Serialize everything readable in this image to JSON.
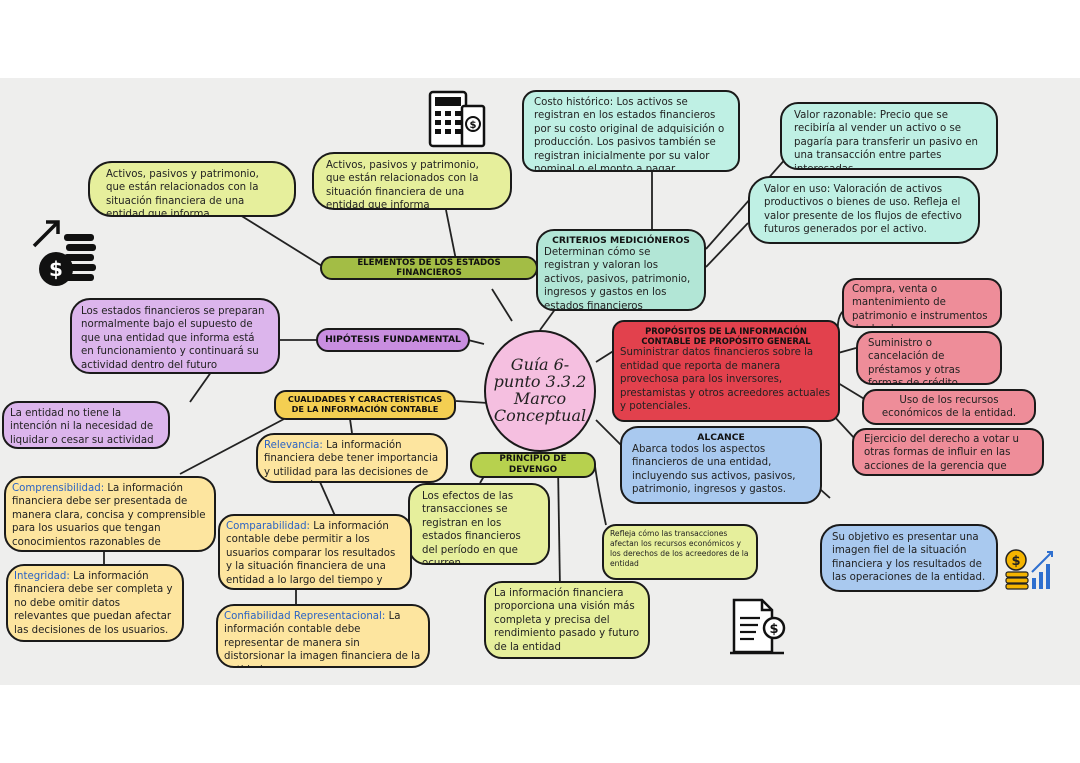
{
  "title": "Guía 6- punto 3.3.2 Marco Conceptual",
  "branches": {
    "elementos": {
      "label": "ELEMENTOS DE LOS ESTADOS FINANCIEROS",
      "left_note": "Activos, pasivos y patrimonio, que están relacionados con la situación financiera de una entidad que informa",
      "top_note": "Activos, pasivos y patrimonio, que están relacionados con la situación financiera de una entidad que informa"
    },
    "hipotesis": {
      "label": "HIPÓTESIS FUNDAMENTAL",
      "note": "Los estados financieros se preparan normalmente bajo el supuesto de que una entidad que informa está en funcionamiento y continuará su actividad dentro del futuro previsible.",
      "sub_note": "La entidad no tiene la intención ni la necesidad de liquidar o cesar su actividad comercial."
    },
    "criterios": {
      "label": "CRITERIOS MEDICIÓNEROS",
      "text": "Determinan cómo se registran y valoran los activos, pasivos, patrimonio, ingresos y gastos en los estados financieros",
      "costo": "Costo histórico: Los activos se registran en los estados financieros por su costo original de adquisición o producción. Los pasivos también se registran inicialmente por su valor nominal o el monto a pagar.",
      "razonable": "Valor razonable: Precio que se recibiría al vender un activo o se pagaría para transferir un pasivo en una transacción entre partes interesadas.",
      "uso": "Valor en uso: Valoración de activos productivos o bienes de uso. Refleja el valor presente de los flujos de efectivo futuros generados por el activo."
    },
    "propositos": {
      "label": "PROPÓSITOS DE LA INFORMACIÓN CONTABLE DE PROPÓSITO GENERAL",
      "text": "Suministrar datos financieros sobre la entidad que reporta de manera provechosa para los inversores, prestamistas y otros acreedores actuales y potenciales.",
      "n1": "Compra, venta o mantenimiento de patrimonio e instrumentos de deuda",
      "n2": "Suministro o cancelación de préstamos y otras formas de crédito",
      "n3": "Uso de los recursos económicos de la entidad.",
      "n4": "Ejercicio del derecho a votar u otras formas de influir en las acciones de la gerencia que afectan"
    },
    "alcance": {
      "label": "ALCANCE",
      "text": "Abarca todos los aspectos financieros de una entidad, incluyendo sus activos, pasivos, patrimonio, ingresos y gastos.",
      "objetivo": "Su objetivo es presentar una imagen fiel de la situación financiera y los resultados de las operaciones de la entidad."
    },
    "devengo": {
      "label": "PRINCIPIO DE DEVENGO",
      "efectos": "Los efectos de las transacciones se registran en los estados financieros del período en que ocurren.",
      "refleja": "Refleja cómo las transacciones afectan los recursos económicos y los derechos de los acreedores de la entidad",
      "vision": "La información financiera proporciona una visión más completa y precisa del rendimiento pasado y futuro de la entidad"
    },
    "cualidades": {
      "label": "CUALIDADES Y CARACTERÍSTICAS DE LA INFORMACIÓN CONTABLE",
      "relevancia_kw": "Relevancia:",
      "relevancia": " La información financiera debe tener importancia y utilidad para las decisiones de los usuarios.",
      "comprensibilidad_kw": "Comprensibilidad:",
      "comprensibilidad": " La información financiera debe ser presentada de manera clara, concisa y comprensible para los usuarios que tengan conocimientos razonables de contabilidad.",
      "comparabilidad_kw": "Comparabilidad:",
      "comparabilidad": " La información contable debe permitir a los usuarios comparar los resultados y la situación financiera de una entidad a lo largo del tiempo y con otras entidades similares.",
      "integridad_kw": "Integridad:",
      "integridad": " La información financiera debe ser completa y no debe omitir datos relevantes que puedan afectar las decisiones de los usuarios.",
      "confiabilidad_kw": "Confiabilidad Representacional:",
      "confiabilidad": " La información contable debe representar de manera sin distorsionar la imagen financiera de la entidad."
    }
  },
  "icons": {
    "calculator": "calculator-icon",
    "money_growth": "money-growth-icon",
    "document_dollar": "document-dollar-icon",
    "coins_chart": "coins-chart-icon"
  },
  "colors": {
    "board": "#eeeeed",
    "center": "#f5bfe0",
    "note_yellow": "#e6ef9c",
    "note_mint": "#bff0e4",
    "note_lavender": "#dcb5ec",
    "note_orange": "#fde59f",
    "note_pink": "#ee8d99",
    "note_red": "#e2414d",
    "note_blue": "#a9c9ef",
    "keyword": "#2b63c4"
  }
}
